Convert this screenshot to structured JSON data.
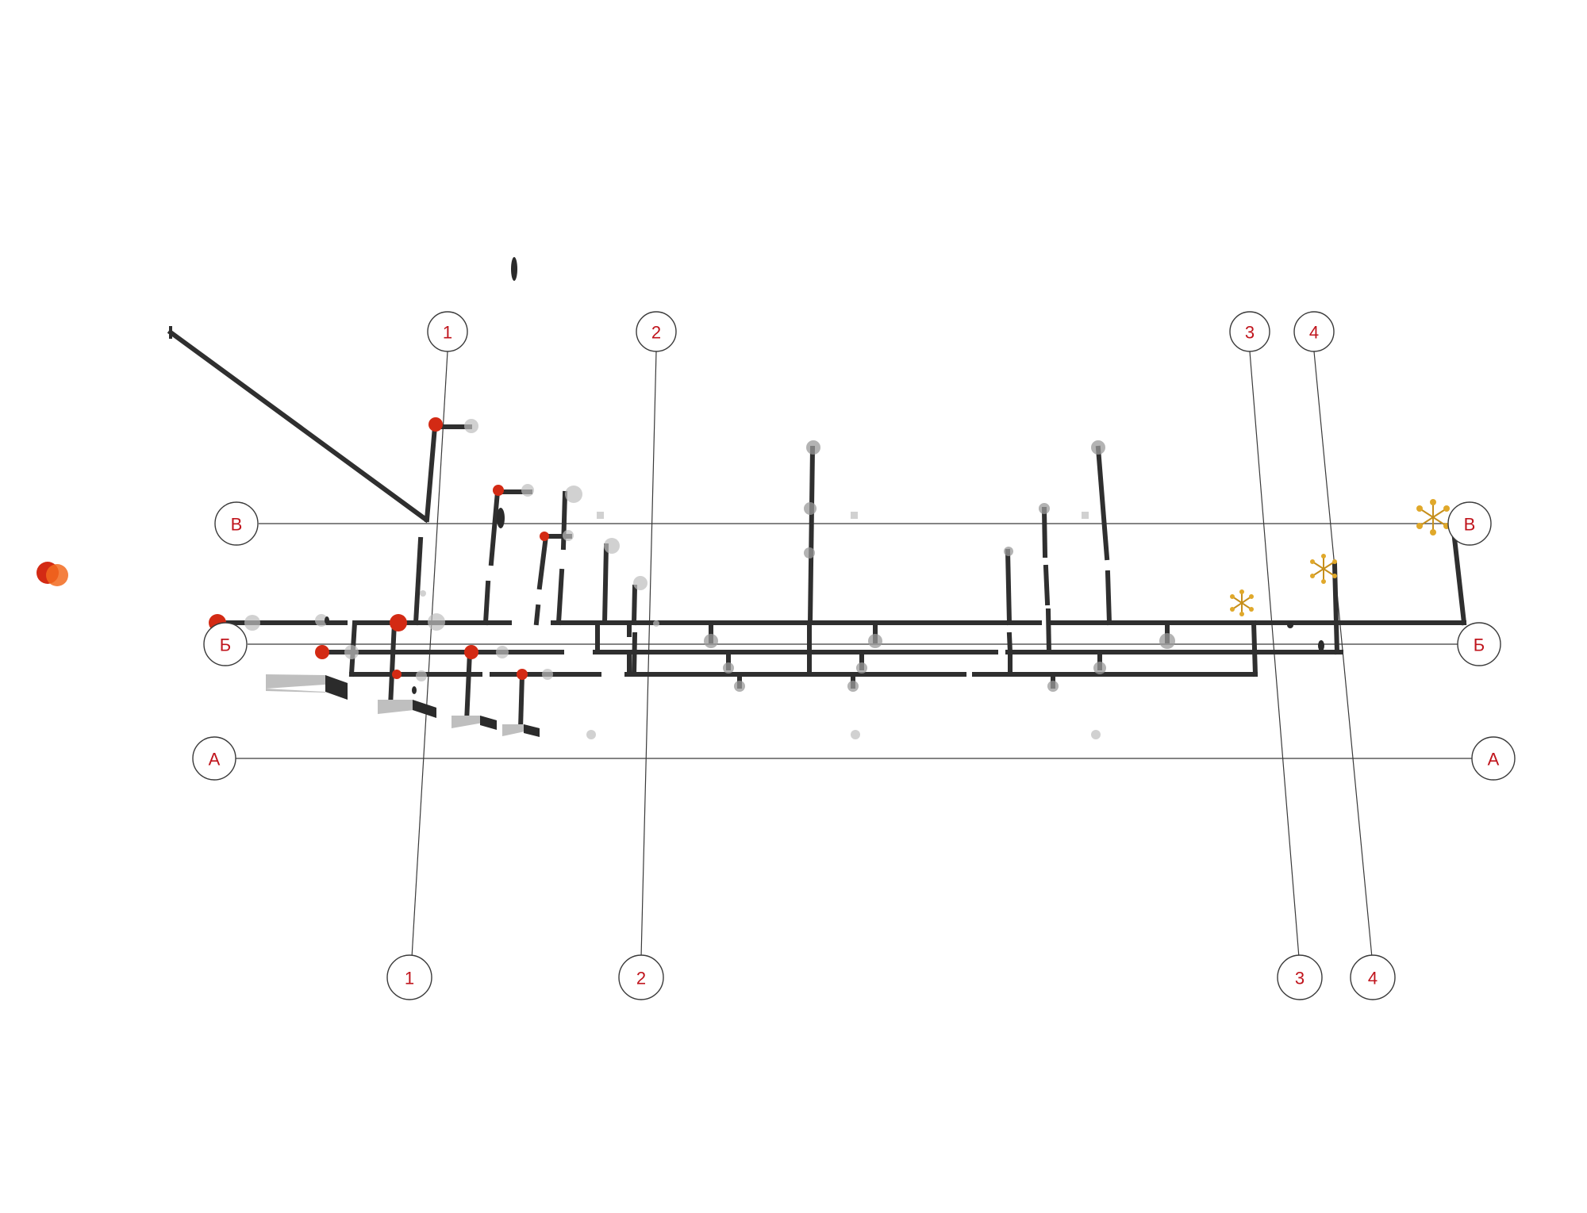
{
  "colors": {
    "label": "#c0141c",
    "pipe": "#2f2f2f",
    "grid_line": "#3a3a3a",
    "fixture_red": "#d32a14",
    "lamp_gold": "#e0a82a"
  },
  "grid_axes": {
    "vertical": [
      {
        "label_top": "1",
        "label_bottom": "1"
      },
      {
        "label_top": "2",
        "label_bottom": "2"
      },
      {
        "label_top": "3",
        "label_bottom": "3"
      },
      {
        "label_top": "4",
        "label_bottom": "4"
      }
    ],
    "horizontal": [
      {
        "label_left": "В",
        "label_right": "В"
      },
      {
        "label_left": "Б",
        "label_right": "Б"
      },
      {
        "label_left": "А",
        "label_right": "А"
      }
    ]
  }
}
